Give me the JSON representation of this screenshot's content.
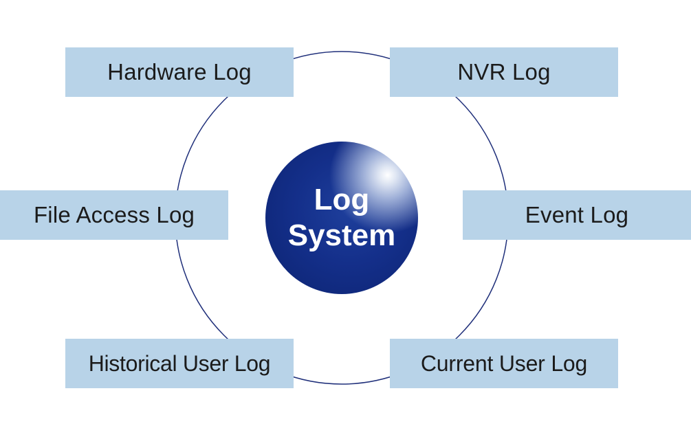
{
  "diagram": {
    "center": {
      "line1": "Log",
      "line2": "System"
    },
    "nodes": {
      "hardware": "Hardware Log",
      "nvr": "NVR Log",
      "file_access": "File Access Log",
      "event": "Event Log",
      "historical_user": "Historical User Log",
      "current_user": "Current User Log"
    }
  },
  "colors": {
    "node_fill": "#b8d3e8",
    "ring_stroke": "#1f2f7a",
    "sphere_dark": "#0c2370",
    "sphere_highlight": "#ffffff",
    "center_text": "#ffffff",
    "node_text": "#1b1b1b"
  }
}
